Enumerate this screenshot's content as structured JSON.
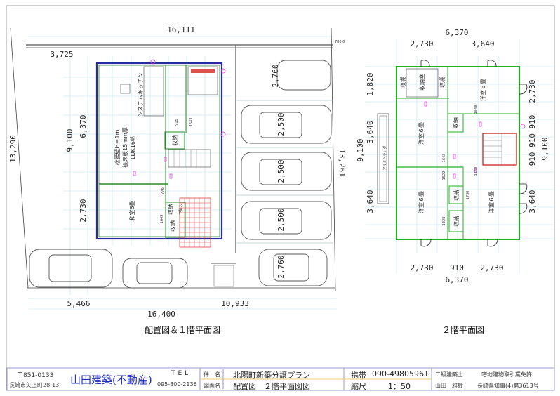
{
  "site_plan": {
    "title": "配置図＆１階平面図",
    "dims": {
      "top_total": "16,111",
      "road_width": "780.0",
      "left_offset": "3,725",
      "left_side": "13,290",
      "right_side": "13,261",
      "house_depth": "9,100",
      "ldk_depth": "6,370",
      "washitsu_depth": "2,730",
      "bottom_left": "5,466",
      "bottom_right": "10,933",
      "bottom_total": "16,400",
      "parking_top": "2,760",
      "parking_1": "2,500",
      "parking_2": "2,500",
      "parking_3": "2,500",
      "parking_bottom": "2,760"
    },
    "rooms": {
      "ldk_line1": "松腰壁H＝1m",
      "ldk_line2": "桧床板15mm厚",
      "ldk_line3": "LDK16帖",
      "kitchen": "システムキッチン",
      "washitsu": "和室6畳",
      "storage1": "収納",
      "storage2": "収納",
      "storage3": "収納",
      "entrance": "下駄入",
      "w1": "776",
      "w2": "1643",
      "w3": "1643",
      "w4": "915"
    }
  },
  "floor2": {
    "title": "２階平面図",
    "dims": {
      "top_total": "6,370",
      "top_left": "2,730",
      "top_right": "3,640",
      "left_1": "1,820",
      "left_2": "3,640",
      "left_3": "3,640",
      "left_total": "9,100",
      "right_1": "2,730",
      "right_2": "910 910 910",
      "right_3": "3,640",
      "right_total": "9,100",
      "bottom_left": "2,730",
      "bottom_mid": "910",
      "bottom_right": "2,730",
      "bottom_total": "6,370"
    },
    "rooms": {
      "closet": "収納室",
      "shelf_left": "収棚",
      "shelf_right": "収棚",
      "room_ne": "洋室６畳",
      "room_nw": "洋室６畳",
      "room_sw": "洋室６畳",
      "room_se": "洋室６畳",
      "storage1": "収納",
      "storage2": "収納",
      "storage3": "収納",
      "veranda": "アルミベランダ",
      "w1": "1643",
      "w2": "1643",
      "w3": "1522",
      "w4": "1643",
      "w5": "1730",
      "w6": "1328"
    }
  },
  "title_block": {
    "postal": "〒851-0133",
    "address": "長崎市矢上町28-13",
    "company": "山田建築(不動産)",
    "tel_label": "TEL",
    "tel": "095-800-2136",
    "project_label": "件　名",
    "project": "北陽町新築分譲プラン",
    "drawing_label": "図面名",
    "drawing": "配置図　２階平面図図",
    "mobile_label": "携帯",
    "mobile": "090-49805961",
    "scale_label": "縮尺",
    "scale": "1：50",
    "qualification": "二級建築士",
    "license_type": "宅地建物取引業免許",
    "architect": "山田　雅敏",
    "license_no": "長崎県知事(4)第3613号"
  },
  "colors": {
    "wall1f": "#2a2aa0",
    "wall2f": "#20b020",
    "grid": "#b8e4ea",
    "door_mark": "#e040e0",
    "entry_tile": "#e04040"
  }
}
